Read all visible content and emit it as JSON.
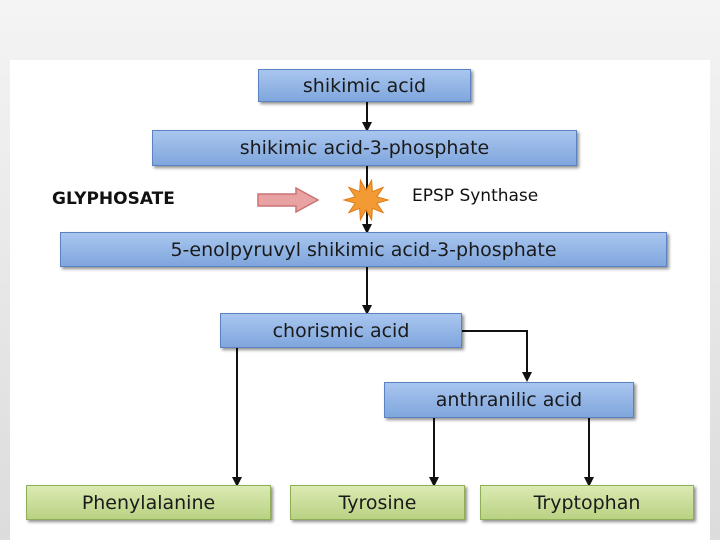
{
  "pathway": {
    "shikimic_acid": "shikimic acid",
    "shikimic_acid_3_phosphate": "shikimic acid-3-phosphate",
    "epsp": "5-enolpyruvyl shikimic acid-3-phosphate",
    "chorismic_acid": "chorismic acid",
    "anthranilic_acid": "anthranilic acid",
    "phenylalanine": "Phenylalanine",
    "tyrosine": "Tyrosine",
    "tryptophan": "Tryptophan"
  },
  "inhibition": {
    "inhibitor": "GLYPHOSATE",
    "enzyme": "EPSP Synthase"
  },
  "colors": {
    "intermediate_box": "#8fb2e6",
    "product_box": "#c8de99",
    "inhibitor_arrow": "#e9a2a2",
    "burst": "#f29a33"
  }
}
